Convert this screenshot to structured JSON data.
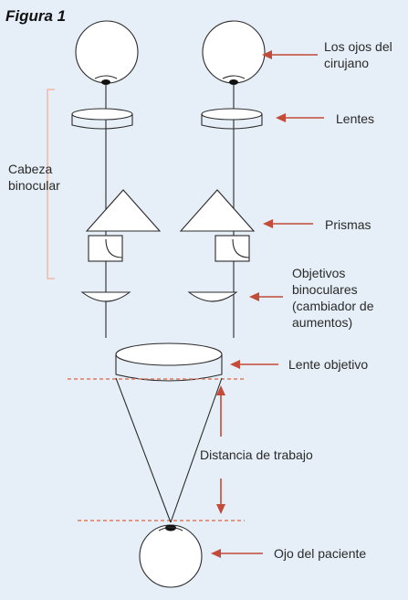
{
  "figure": {
    "title": "Figura 1"
  },
  "labels": {
    "surgeon_eyes": "Los ojos del cirujano",
    "lenses": "Lentes",
    "binocular_head": "Cabeza binocular",
    "prisms": "Prismas",
    "binocular_objectives": "Objetivos binoculares (cambiador de aumentos)",
    "objective_lens": "Lente objetivo",
    "working_distance": "Distancia de trabajo",
    "patient_eye": "Ojo del paciente"
  },
  "colors": {
    "background": "#e6eff7",
    "arrow": "#c44a3a",
    "dashed_line": "#e07a5f",
    "bracket": "#f0b9a8",
    "line": "#2b2b2b"
  }
}
